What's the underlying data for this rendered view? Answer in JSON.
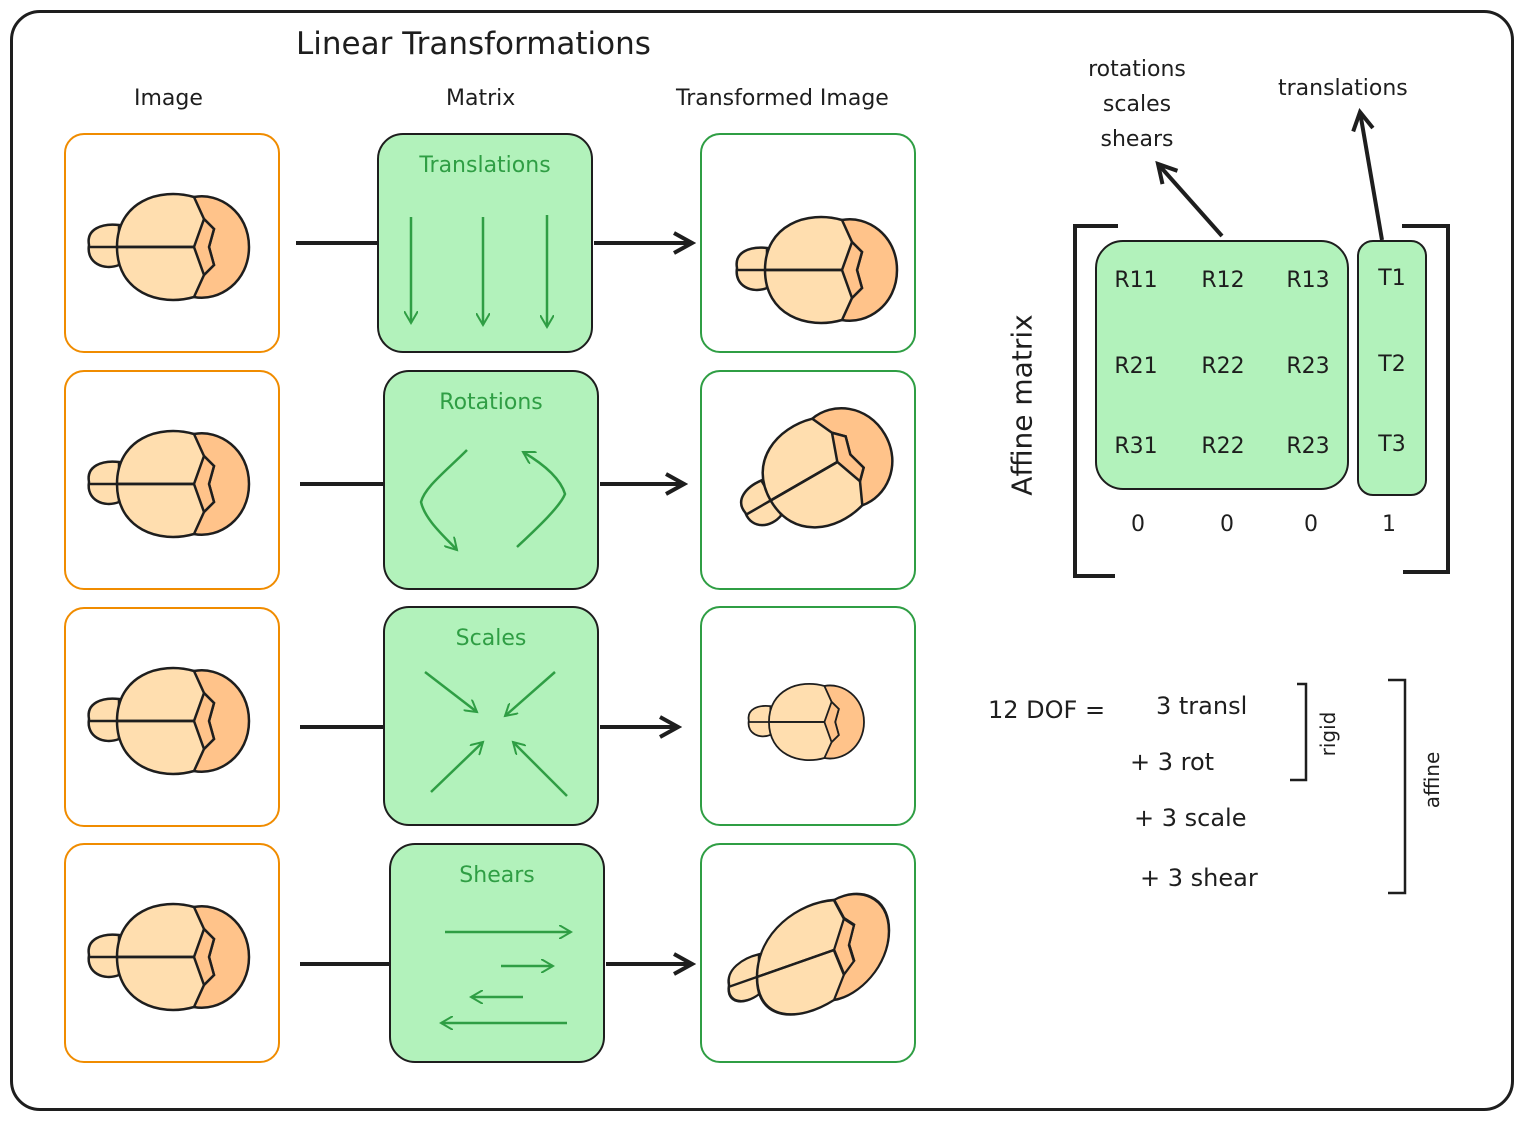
{
  "title": "Linear Transformations",
  "columns": {
    "image": "Image",
    "matrix": "Matrix",
    "transformed": "Transformed Image"
  },
  "rows": [
    {
      "matrix_label": "Translations",
      "arrow_icon": "down-arrows-icon",
      "result": "translated-brain"
    },
    {
      "matrix_label": "Rotations",
      "arrow_icon": "rotation-arrows-icon",
      "result": "rotated-brain"
    },
    {
      "matrix_label": "Scales",
      "arrow_icon": "inward-arrows-icon",
      "result": "scaled-brain"
    },
    {
      "matrix_label": "Shears",
      "arrow_icon": "shear-arrows-icon",
      "result": "sheared-brain"
    }
  ],
  "affine": {
    "side_label": "Affine matrix",
    "annot_rss": [
      "rotations",
      "scales",
      "shears"
    ],
    "annot_t": "translations",
    "r_cells": [
      [
        "R11",
        "R12",
        "R13"
      ],
      [
        "R21",
        "R22",
        "R23"
      ],
      [
        "R31",
        "R22",
        "R23"
      ]
    ],
    "t_cells": [
      "T1",
      "T2",
      "T3"
    ],
    "bottom_row": [
      "0",
      "0",
      "0",
      "1"
    ]
  },
  "dof": {
    "lhs": "12 DOF =",
    "terms": [
      "3 transl",
      "+ 3 rot",
      "+ 3 scale",
      "+ 3 shear"
    ],
    "rigid_label": "rigid",
    "affine_label": "affine"
  },
  "colors": {
    "image_border": "#f08c00",
    "result_border": "#2f9e44",
    "matrix_fill": "#b2f2bb",
    "matrix_text": "#2f9e44",
    "brain_light": "#ffdeaf",
    "brain_dark": "#ffc38a",
    "ink": "#1e1e1e"
  }
}
